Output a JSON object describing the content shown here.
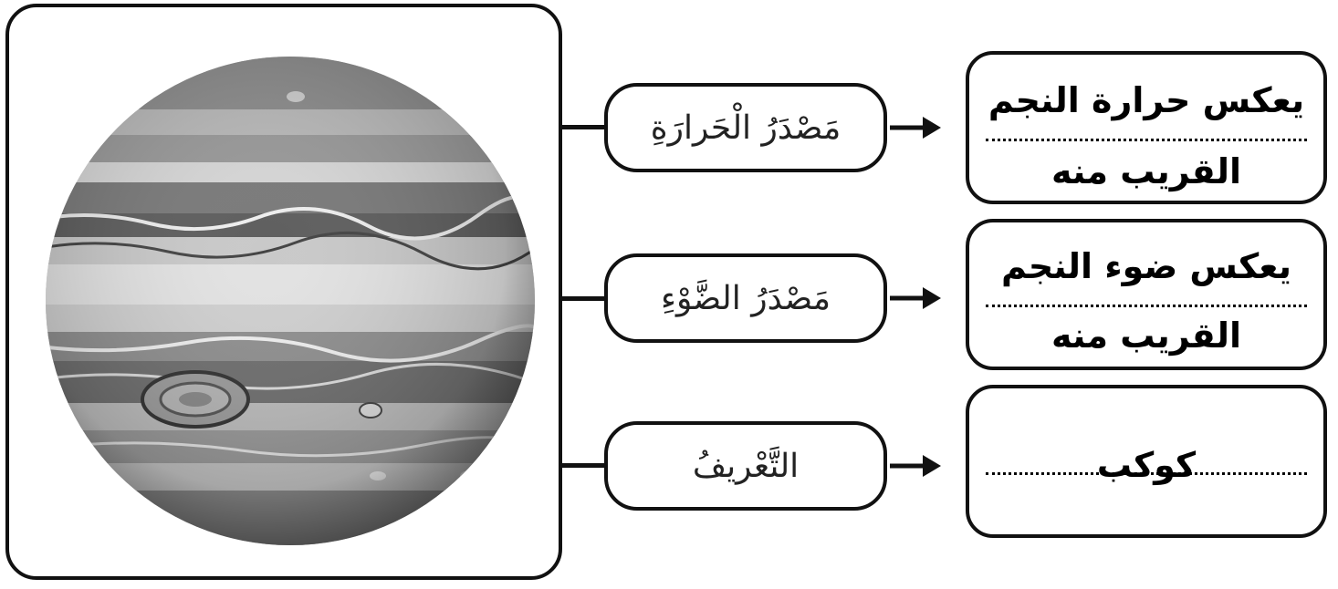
{
  "rows": [
    {
      "label": "مَصْدَرُ الْحَرارَةِ",
      "answer_line1": "يعكس حرارة النجم",
      "answer_line2": "القريب منه"
    },
    {
      "label": "مَصْدَرُ الضَّوْءِ",
      "answer_line1": "يعكس ضوء النجم",
      "answer_line2": "القريب منه"
    },
    {
      "label": "التَّعْريفُ",
      "answer_line1": "كوكب"
    }
  ]
}
